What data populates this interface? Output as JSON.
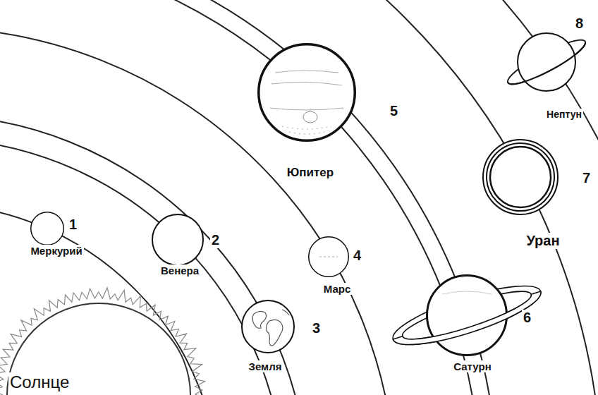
{
  "diagram": {
    "nodes": [
      {
        "text": [
          "Солнце"
        ]
      },
      {
        "text": [
          "Меркурий",
          "1"
        ]
      },
      {
        "text": [
          "Венера",
          "2"
        ]
      },
      {
        "text": [
          "Земля",
          "3"
        ]
      },
      {
        "text": [
          "Марс",
          "4"
        ]
      },
      {
        "text": [
          "Юпитер",
          "5"
        ]
      },
      {
        "text": [
          "Сатурн",
          "6"
        ]
      },
      {
        "text": [
          "Уран",
          "7"
        ]
      },
      {
        "text": [
          "Нептун",
          "8"
        ]
      }
    ]
  }
}
